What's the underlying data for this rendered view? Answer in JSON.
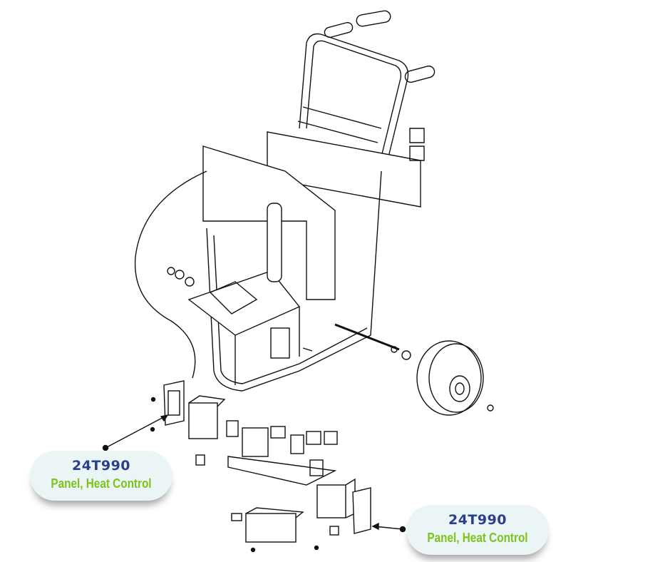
{
  "callouts": [
    {
      "part_number": "24T990",
      "description": "Panel, Heat Control"
    },
    {
      "part_number": "24T990",
      "description": "Panel, Heat Control"
    }
  ],
  "colors": {
    "part_number": "#2b3f8c",
    "description": "#7ec21e",
    "bubble": "#ebf5f6"
  }
}
